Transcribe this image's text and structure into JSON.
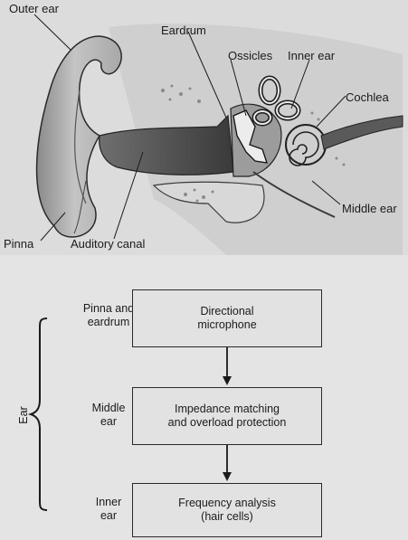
{
  "anatomy": {
    "labels": {
      "outer_ear": "Outer ear",
      "eardrum": "Eardrum",
      "ossicles": "Ossicles",
      "inner_ear": "Inner ear",
      "cochlea": "Cochlea",
      "middle_ear": "Middle ear",
      "pinna": "Pinna",
      "auditory_canal": "Auditory canal"
    }
  },
  "flowchart": {
    "group_label": "Ear",
    "stages": [
      {
        "stage": "Pinna and\neardrum",
        "box": "Directional\nmicrophone"
      },
      {
        "stage": "Middle\near",
        "box": "Impedance matching\nand overload protection"
      },
      {
        "stage": "Inner\near",
        "box": "Frequency analysis\n(hair cells)"
      }
    ]
  }
}
